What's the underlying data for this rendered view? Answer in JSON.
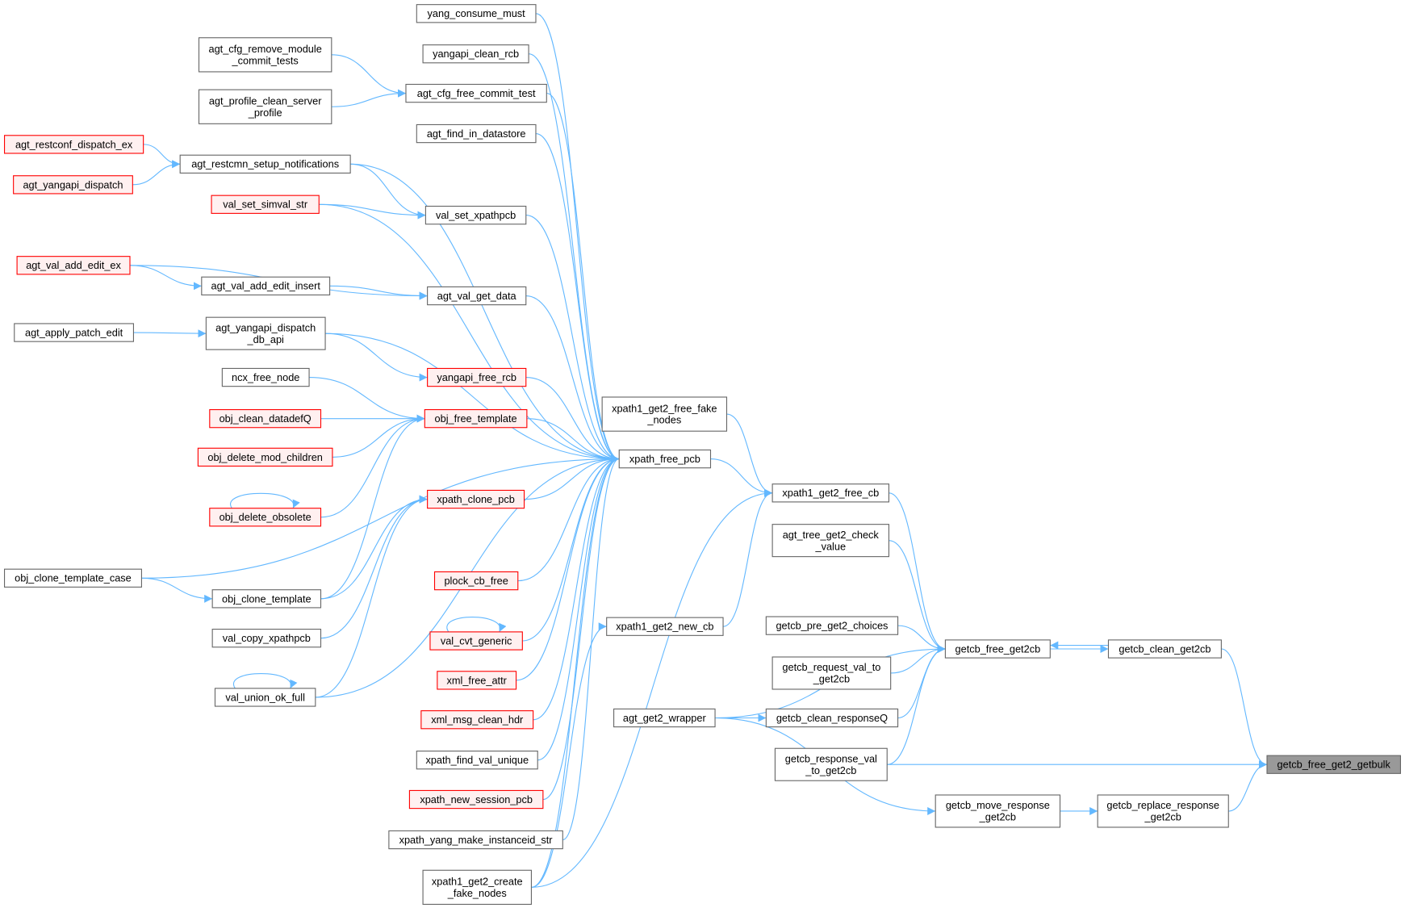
{
  "colors": {
    "edge": "#63b8ff",
    "node_border": "#666666",
    "red_border": "#ff0000",
    "red_fill": "#fff0f0",
    "root_fill": "#999999"
  },
  "nodes": [
    {
      "id": "agt_restconf_dispatch_ex",
      "lines": [
        "agt_restconf_dispatch_ex"
      ],
      "style": "red"
    },
    {
      "id": "agt_yangapi_dispatch",
      "lines": [
        "agt_yangapi_dispatch"
      ],
      "style": "red"
    },
    {
      "id": "agt_val_add_edit_ex",
      "lines": [
        "agt_val_add_edit_ex"
      ],
      "style": "red"
    },
    {
      "id": "agt_apply_patch_edit",
      "lines": [
        "agt_apply_patch_edit"
      ],
      "style": "normal"
    },
    {
      "id": "obj_clone_template_case",
      "lines": [
        "obj_clone_template_case"
      ],
      "style": "normal"
    },
    {
      "id": "agt_cfg_remove_module_commit_tests",
      "lines": [
        "agt_cfg_remove_module",
        "_commit_tests"
      ],
      "style": "normal"
    },
    {
      "id": "agt_profile_clean_server_profile",
      "lines": [
        "agt_profile_clean_server",
        "_profile"
      ],
      "style": "normal"
    },
    {
      "id": "agt_restcmn_setup_notifications",
      "lines": [
        "agt_restcmn_setup_notifications"
      ],
      "style": "normal"
    },
    {
      "id": "val_set_simval_str",
      "lines": [
        "val_set_simval_str"
      ],
      "style": "red"
    },
    {
      "id": "agt_val_add_edit_insert",
      "lines": [
        "agt_val_add_edit_insert"
      ],
      "style": "normal"
    },
    {
      "id": "agt_yangapi_dispatch_db_api",
      "lines": [
        "agt_yangapi_dispatch",
        "_db_api"
      ],
      "style": "normal"
    },
    {
      "id": "ncx_free_node",
      "lines": [
        "ncx_free_node"
      ],
      "style": "normal"
    },
    {
      "id": "obj_clean_datadefQ",
      "lines": [
        "obj_clean_datadefQ"
      ],
      "style": "red"
    },
    {
      "id": "obj_delete_mod_children",
      "lines": [
        "obj_delete_mod_children"
      ],
      "style": "red"
    },
    {
      "id": "obj_delete_obsolete",
      "lines": [
        "obj_delete_obsolete"
      ],
      "style": "red"
    },
    {
      "id": "obj_clone_template",
      "lines": [
        "obj_clone_template"
      ],
      "style": "normal"
    },
    {
      "id": "val_copy_xpathpcb",
      "lines": [
        "val_copy_xpathpcb"
      ],
      "style": "normal"
    },
    {
      "id": "val_union_ok_full",
      "lines": [
        "val_union_ok_full"
      ],
      "style": "normal"
    },
    {
      "id": "yang_consume_must",
      "lines": [
        "yang_consume_must"
      ],
      "style": "normal"
    },
    {
      "id": "yangapi_clean_rcb",
      "lines": [
        "yangapi_clean_rcb"
      ],
      "style": "normal"
    },
    {
      "id": "agt_cfg_free_commit_test",
      "lines": [
        "agt_cfg_free_commit_test"
      ],
      "style": "normal"
    },
    {
      "id": "agt_find_in_datastore",
      "lines": [
        "agt_find_in_datastore"
      ],
      "style": "normal"
    },
    {
      "id": "val_set_xpathpcb",
      "lines": [
        "val_set_xpathpcb"
      ],
      "style": "normal"
    },
    {
      "id": "agt_val_get_data",
      "lines": [
        "agt_val_get_data"
      ],
      "style": "normal"
    },
    {
      "id": "yangapi_free_rcb",
      "lines": [
        "yangapi_free_rcb"
      ],
      "style": "red"
    },
    {
      "id": "obj_free_template",
      "lines": [
        "obj_free_template"
      ],
      "style": "red"
    },
    {
      "id": "xpath_clone_pcb",
      "lines": [
        "xpath_clone_pcb"
      ],
      "style": "red"
    },
    {
      "id": "plock_cb_free",
      "lines": [
        "plock_cb_free"
      ],
      "style": "red"
    },
    {
      "id": "val_cvt_generic",
      "lines": [
        "val_cvt_generic"
      ],
      "style": "red"
    },
    {
      "id": "xml_free_attr",
      "lines": [
        "xml_free_attr"
      ],
      "style": "red"
    },
    {
      "id": "xml_msg_clean_hdr",
      "lines": [
        "xml_msg_clean_hdr"
      ],
      "style": "red"
    },
    {
      "id": "xpath_find_val_unique",
      "lines": [
        "xpath_find_val_unique"
      ],
      "style": "normal"
    },
    {
      "id": "xpath_new_session_pcb",
      "lines": [
        "xpath_new_session_pcb"
      ],
      "style": "red"
    },
    {
      "id": "xpath_yang_make_instanceid_str",
      "lines": [
        "xpath_yang_make_instanceid_str"
      ],
      "style": "normal"
    },
    {
      "id": "xpath1_get2_create_fake_nodes",
      "lines": [
        "xpath1_get2_create",
        "_fake_nodes"
      ],
      "style": "normal"
    },
    {
      "id": "xpath1_get2_free_fake_nodes",
      "lines": [
        "xpath1_get2_free_fake",
        "_nodes"
      ],
      "style": "normal"
    },
    {
      "id": "xpath_free_pcb",
      "lines": [
        "xpath_free_pcb"
      ],
      "style": "normal"
    },
    {
      "id": "xpath1_get2_new_cb",
      "lines": [
        "xpath1_get2_new_cb"
      ],
      "style": "normal"
    },
    {
      "id": "agt_get2_wrapper",
      "lines": [
        "agt_get2_wrapper"
      ],
      "style": "normal"
    },
    {
      "id": "xpath1_get2_free_cb",
      "lines": [
        "xpath1_get2_free_cb"
      ],
      "style": "normal"
    },
    {
      "id": "agt_tree_get2_check_value",
      "lines": [
        "agt_tree_get2_check",
        "_value"
      ],
      "style": "normal"
    },
    {
      "id": "getcb_pre_get2_choices",
      "lines": [
        "getcb_pre_get2_choices"
      ],
      "style": "normal"
    },
    {
      "id": "getcb_request_val_to_get2cb",
      "lines": [
        "getcb_request_val_to",
        "_get2cb"
      ],
      "style": "normal"
    },
    {
      "id": "getcb_clean_responseQ",
      "lines": [
        "getcb_clean_responseQ"
      ],
      "style": "normal"
    },
    {
      "id": "getcb_response_val_to_get2cb",
      "lines": [
        "getcb_response_val",
        "_to_get2cb"
      ],
      "style": "normal"
    },
    {
      "id": "getcb_free_get2cb",
      "lines": [
        "getcb_free_get2cb"
      ],
      "style": "normal"
    },
    {
      "id": "getcb_move_response_get2cb",
      "lines": [
        "getcb_move_response",
        "_get2cb"
      ],
      "style": "normal"
    },
    {
      "id": "getcb_clean_get2cb",
      "lines": [
        "getcb_clean_get2cb"
      ],
      "style": "normal"
    },
    {
      "id": "getcb_replace_response_get2cb",
      "lines": [
        "getcb_replace_response",
        "_get2cb"
      ],
      "style": "normal"
    },
    {
      "id": "getcb_free_get2_getbulk",
      "lines": [
        "getcb_free_get2_getbulk"
      ],
      "style": "root"
    }
  ],
  "edges": [
    [
      "agt_cfg_remove_module_commit_tests",
      "agt_cfg_free_commit_test"
    ],
    [
      "agt_profile_clean_server_profile",
      "agt_cfg_free_commit_test"
    ],
    [
      "agt_restconf_dispatch_ex",
      "agt_restcmn_setup_notifications"
    ],
    [
      "agt_yangapi_dispatch",
      "agt_restcmn_setup_notifications"
    ],
    [
      "agt_restcmn_setup_notifications",
      "val_set_xpathpcb"
    ],
    [
      "agt_restcmn_setup_notifications",
      "xpath_free_pcb"
    ],
    [
      "val_set_simval_str",
      "val_set_xpathpcb"
    ],
    [
      "val_set_simval_str",
      "xpath_free_pcb"
    ],
    [
      "agt_val_add_edit_ex",
      "agt_val_add_edit_insert"
    ],
    [
      "agt_val_add_edit_ex",
      "agt_val_get_data"
    ],
    [
      "agt_val_add_edit_insert",
      "agt_val_get_data"
    ],
    [
      "agt_apply_patch_edit",
      "agt_yangapi_dispatch_db_api"
    ],
    [
      "agt_yangapi_dispatch_db_api",
      "yangapi_free_rcb"
    ],
    [
      "agt_yangapi_dispatch_db_api",
      "xpath_free_pcb"
    ],
    [
      "ncx_free_node",
      "obj_free_template"
    ],
    [
      "obj_clean_datadefQ",
      "obj_free_template"
    ],
    [
      "obj_delete_mod_children",
      "obj_free_template"
    ],
    [
      "obj_delete_obsolete",
      "obj_free_template"
    ],
    [
      "obj_delete_obsolete",
      "obj_delete_obsolete"
    ],
    [
      "obj_clone_template_case",
      "obj_clone_template"
    ],
    [
      "obj_clone_template_case",
      "xpath_free_pcb"
    ],
    [
      "obj_clone_template",
      "obj_free_template"
    ],
    [
      "obj_clone_template",
      "xpath_clone_pcb"
    ],
    [
      "val_copy_xpathpcb",
      "xpath_clone_pcb"
    ],
    [
      "val_union_ok_full",
      "val_union_ok_full"
    ],
    [
      "val_union_ok_full",
      "xpath_clone_pcb"
    ],
    [
      "val_union_ok_full",
      "xpath_free_pcb"
    ],
    [
      "yang_consume_must",
      "xpath_free_pcb"
    ],
    [
      "yangapi_clean_rcb",
      "xpath_free_pcb"
    ],
    [
      "agt_cfg_free_commit_test",
      "xpath_free_pcb"
    ],
    [
      "agt_find_in_datastore",
      "xpath_free_pcb"
    ],
    [
      "val_set_xpathpcb",
      "xpath_free_pcb"
    ],
    [
      "agt_val_get_data",
      "xpath_free_pcb"
    ],
    [
      "yangapi_free_rcb",
      "xpath_free_pcb"
    ],
    [
      "obj_free_template",
      "xpath_free_pcb"
    ],
    [
      "xpath_clone_pcb",
      "xpath_free_pcb"
    ],
    [
      "plock_cb_free",
      "xpath_free_pcb"
    ],
    [
      "val_cvt_generic",
      "xpath_free_pcb"
    ],
    [
      "val_cvt_generic",
      "val_cvt_generic"
    ],
    [
      "xml_free_attr",
      "xpath_free_pcb"
    ],
    [
      "xml_msg_clean_hdr",
      "xpath_free_pcb"
    ],
    [
      "xpath_find_val_unique",
      "xpath_free_pcb"
    ],
    [
      "xpath_new_session_pcb",
      "xpath_free_pcb"
    ],
    [
      "xpath_yang_make_instanceid_str",
      "xpath_free_pcb"
    ],
    [
      "xpath1_get2_create_fake_nodes",
      "xpath_free_pcb"
    ],
    [
      "xpath1_get2_create_fake_nodes",
      "xpath1_get2_new_cb"
    ],
    [
      "xpath1_get2_create_fake_nodes",
      "xpath1_get2_free_cb"
    ],
    [
      "xpath_free_pcb",
      "xpath1_get2_free_cb"
    ],
    [
      "xpath1_get2_free_fake_nodes",
      "xpath1_get2_free_cb"
    ],
    [
      "xpath1_get2_new_cb",
      "xpath1_get2_free_cb"
    ],
    [
      "agt_get2_wrapper",
      "getcb_clean_responseQ"
    ],
    [
      "agt_get2_wrapper",
      "getcb_free_get2cb"
    ],
    [
      "agt_get2_wrapper",
      "getcb_move_response_get2cb"
    ],
    [
      "xpath1_get2_free_cb",
      "getcb_free_get2cb"
    ],
    [
      "agt_tree_get2_check_value",
      "getcb_free_get2cb"
    ],
    [
      "getcb_pre_get2_choices",
      "getcb_free_get2cb"
    ],
    [
      "getcb_request_val_to_get2cb",
      "getcb_free_get2cb"
    ],
    [
      "getcb_clean_responseQ",
      "getcb_free_get2cb"
    ],
    [
      "getcb_response_val_to_get2cb",
      "getcb_free_get2cb"
    ],
    [
      "getcb_free_get2cb",
      "getcb_clean_get2cb"
    ],
    [
      "getcb_clean_get2cb",
      "getcb_free_get2cb"
    ],
    [
      "getcb_clean_get2cb",
      "getcb_free_get2_getbulk"
    ],
    [
      "getcb_response_val_to_get2cb",
      "getcb_free_get2_getbulk"
    ],
    [
      "getcb_move_response_get2cb",
      "getcb_replace_response_get2cb"
    ],
    [
      "getcb_replace_response_get2cb",
      "getcb_free_get2_getbulk"
    ]
  ]
}
